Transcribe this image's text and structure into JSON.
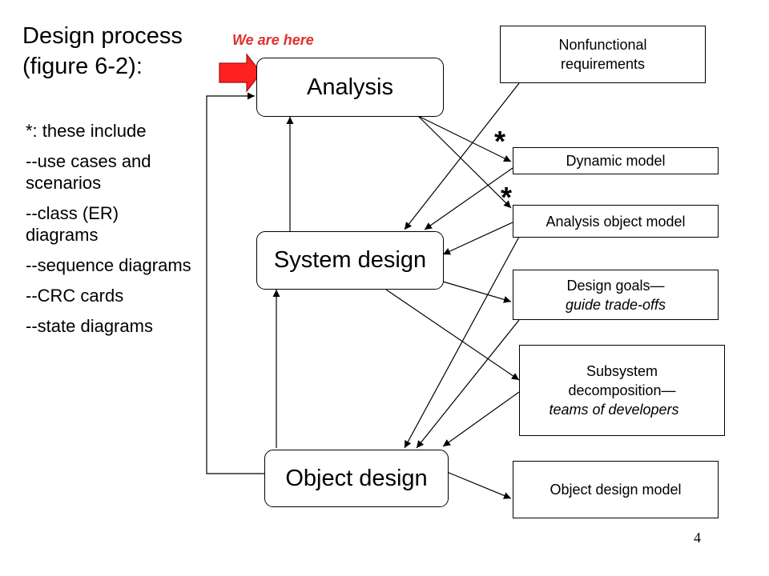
{
  "title": "Design process\n(figure 6-2):",
  "here_label": "We are here",
  "notes": [
    "*: these include",
    "--use cases and scenarios",
    "--class (ER) diagrams",
    "--sequence diagrams",
    "--CRC cards",
    "--state diagrams"
  ],
  "processes": {
    "analysis": "Analysis",
    "system_design": "System design",
    "object_design": "Object design"
  },
  "products": {
    "nonfunctional": "Nonfunctional requirements",
    "dynamic_model": "Dynamic model",
    "analysis_object_model": "Analysis object model",
    "design_goals": "Design goals—",
    "design_goals_sub": "guide trade-offs",
    "subsystem": "Subsystem decomposition—",
    "subsystem_sub": "teams of developers",
    "object_design_model": "Object design model"
  },
  "star_marks": [
    "*",
    "*"
  ],
  "page_number": "4",
  "colors": {
    "highlight": "#e03030",
    "arrow_fill": "#ff2020"
  }
}
